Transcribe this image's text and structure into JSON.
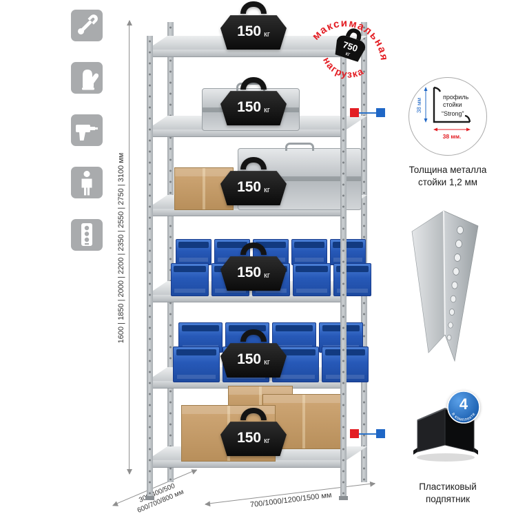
{
  "left_icons": [
    {
      "name": "wrench-icon"
    },
    {
      "name": "gloves-icon"
    },
    {
      "name": "drill-icon"
    },
    {
      "name": "person-icon"
    },
    {
      "name": "power-strip-icon"
    }
  ],
  "dimensions": {
    "height": "1600 | 1850 | 2000 | 2200 | 2350 | 2550 | 2750 | 3100 мм",
    "depth_line1": "300/400/500",
    "depth_line2": "600/700/800 мм",
    "width": "700/1000/1200/1500 мм"
  },
  "shelves": [
    {
      "load_value": "150",
      "load_unit": "кг"
    },
    {
      "load_value": "150",
      "load_unit": "кг"
    },
    {
      "load_value": "150",
      "load_unit": "кг"
    },
    {
      "load_value": "150",
      "load_unit": "кг"
    },
    {
      "load_value": "150",
      "load_unit": "кг"
    },
    {
      "load_value": "150",
      "load_unit": "кг"
    }
  ],
  "max_load_stamp": {
    "arc_top": "максимальная",
    "arc_bottom": "нагрузка",
    "weight_value": "750",
    "weight_unit": "кг"
  },
  "profile_callout": {
    "dim_vertical": "38 мм",
    "dim_horizontal": "38 мм.",
    "line1": "профиль",
    "line2": "стойки",
    "line3": "“Strong”",
    "caption_line1": "Толщина металла",
    "caption_line2": "стойки 1,2 мм"
  },
  "foot_callout": {
    "badge_value": "4",
    "badge_text": "в комплекте",
    "caption_line1": "Пластиковый",
    "caption_line2": "подпятник"
  },
  "colors": {
    "red": "#e31e24",
    "blue": "#1f67c6",
    "bin_blue": "#2a5cc0"
  }
}
